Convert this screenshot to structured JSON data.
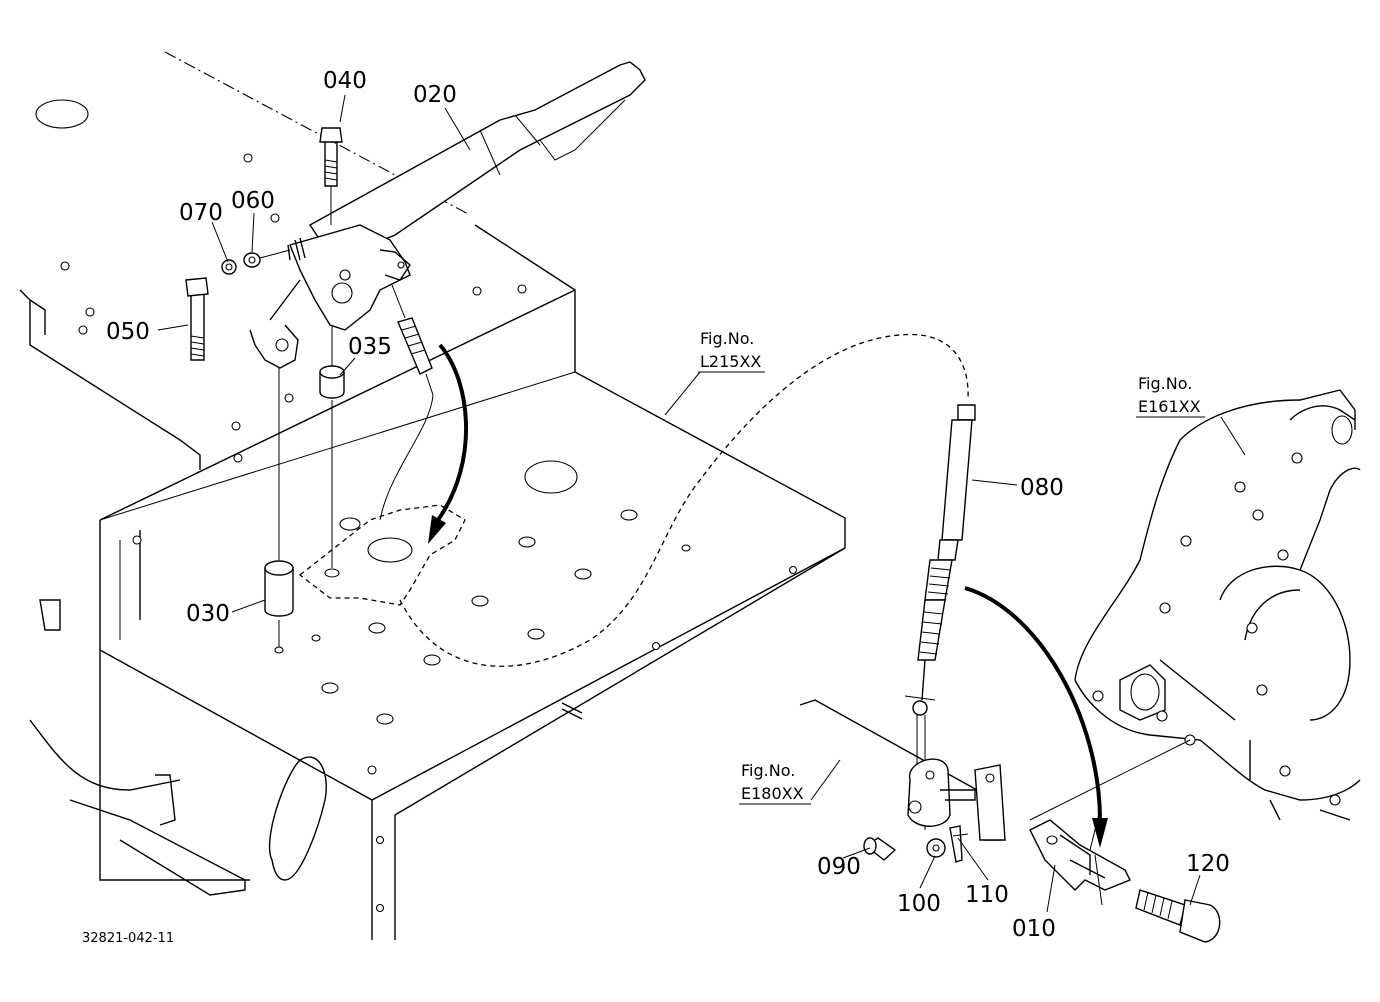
{
  "drawing_code": "32821-042-11",
  "part_numbers": {
    "p010": "010",
    "p020": "020",
    "p030": "030",
    "p035": "035",
    "p040": "040",
    "p050": "050",
    "p060": "060",
    "p070": "070",
    "p080": "080",
    "p090": "090",
    "p100": "100",
    "p110": "110",
    "p120": "120"
  },
  "figure_refs": [
    {
      "label": "Fig.No.",
      "code": "L215XX"
    },
    {
      "label": "Fig.No.",
      "code": "E161XX"
    },
    {
      "label": "Fig.No.",
      "code": "E180XX"
    }
  ]
}
